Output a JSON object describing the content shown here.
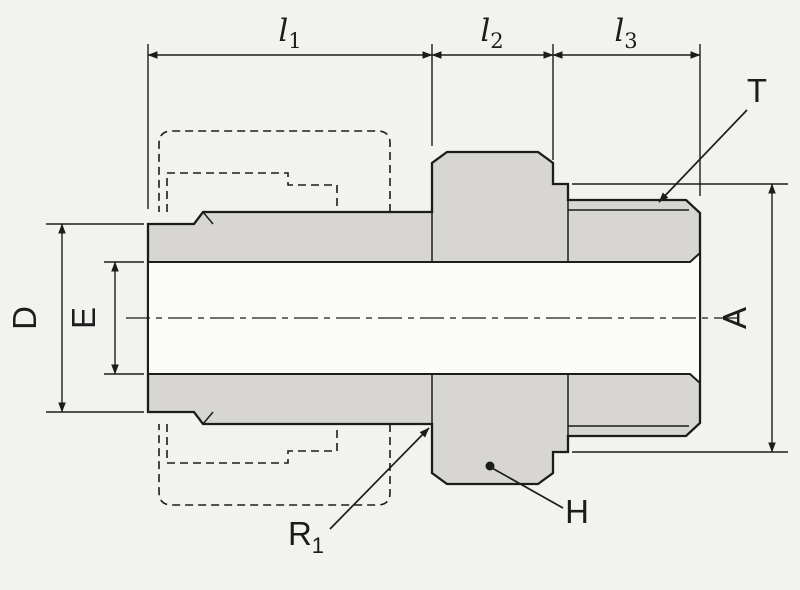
{
  "labels": {
    "l1": {
      "base": "l",
      "sub": "1"
    },
    "l2": {
      "base": "l",
      "sub": "2"
    },
    "l3": {
      "base": "l",
      "sub": "3"
    },
    "T": "T",
    "A": "A",
    "D": "D",
    "E": "E",
    "H": "H",
    "R1": {
      "base": "R",
      "sub": "1"
    }
  },
  "colors": {
    "background": "#f2f2ef",
    "line": "#1c1c1c",
    "body_fill": "#d7d6d3",
    "bore_fill": "#fbfbf8"
  }
}
